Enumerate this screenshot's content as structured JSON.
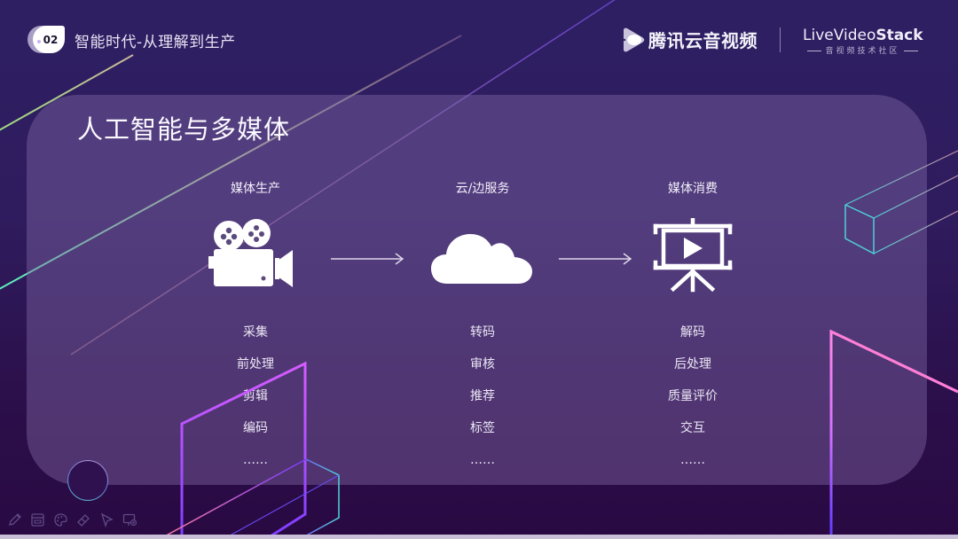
{
  "header": {
    "section_number": "02",
    "section_title": "智能时代-从理解到生产",
    "brand_primary": "腾讯云音视频",
    "brand_secondary_prefix": "LiveVideo",
    "brand_secondary_bold": "Stack",
    "brand_secondary_sub": "音视频技术社区"
  },
  "slide": {
    "title": "人工智能与多媒体",
    "columns": [
      {
        "heading": "媒体生产",
        "icon": "video-camera-icon",
        "items": [
          "采集",
          "前处理",
          "剪辑",
          "编码",
          "……"
        ]
      },
      {
        "heading": "云/边服务",
        "icon": "cloud-icon",
        "items": [
          "转码",
          "审核",
          "推荐",
          "标签",
          "……"
        ]
      },
      {
        "heading": "媒体消费",
        "icon": "projector-screen-play-icon",
        "items": [
          "解码",
          "后处理",
          "质量评价",
          "交互",
          "……"
        ]
      }
    ],
    "arrows": [
      "arrow-right-icon",
      "arrow-right-icon"
    ]
  },
  "toolbar": {
    "tools": [
      "pencil-icon",
      "window-icon",
      "palette-icon",
      "eraser-icon",
      "pointer-icon",
      "screen-record-icon"
    ]
  },
  "colors": {
    "background_top": "#2e1f63",
    "background_bottom": "#2a0942",
    "panel": "#5b4a7d",
    "text": "#ffffff",
    "neon_magenta": "#e84cff",
    "neon_violet": "#8a3dff",
    "neon_cyan": "#4fd0d6",
    "neon_green": "#7ef0b0",
    "neon_pink": "#ff6fd0"
  }
}
